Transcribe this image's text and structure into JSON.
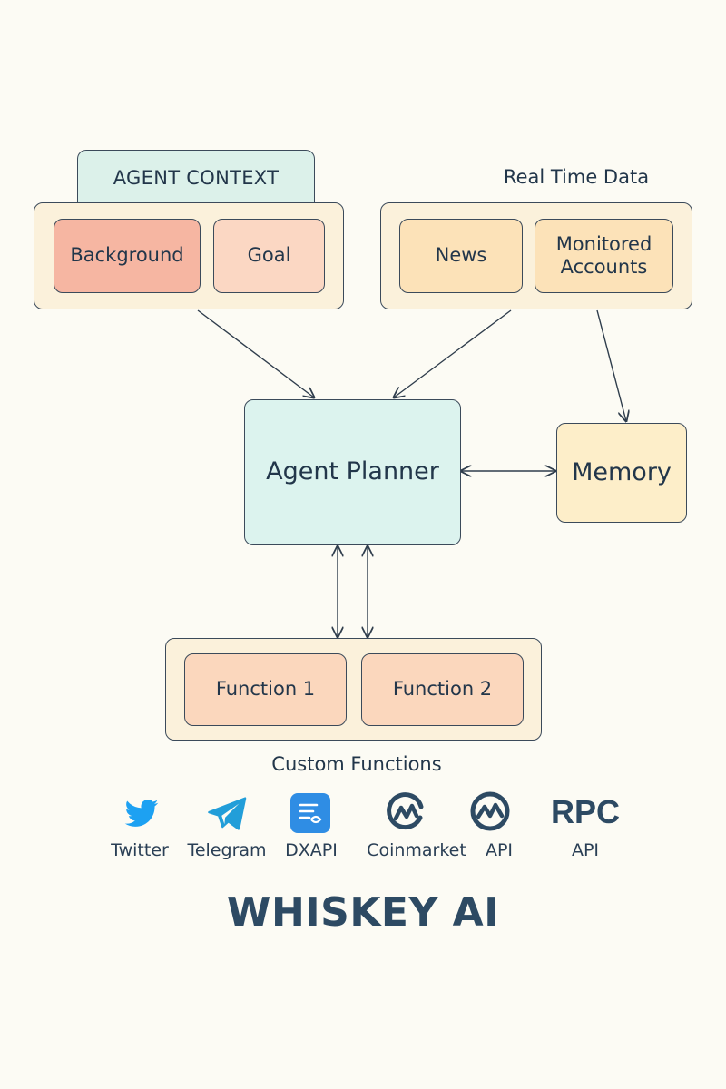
{
  "agent_context": {
    "title": "AGENT CONTEXT",
    "items": [
      "Background",
      "Goal"
    ]
  },
  "real_time_data": {
    "title": "Real Time Data",
    "items": [
      "News",
      "Monitored Accounts"
    ]
  },
  "planner": {
    "label": "Agent Planner"
  },
  "memory": {
    "label": "Memory"
  },
  "custom_functions": {
    "title": "Custom Functions",
    "items": [
      "Function 1",
      "Function 2"
    ]
  },
  "integrations": [
    {
      "label": "Twitter",
      "icon": "twitter-icon"
    },
    {
      "label": "Telegram",
      "icon": "telegram-icon"
    },
    {
      "label": "DXAPI",
      "icon": "dxapi-icon"
    },
    {
      "label": "Coinmarket",
      "icon": "coinmarket-icon"
    },
    {
      "label": "API",
      "icon": "api-icon"
    },
    {
      "label": "API",
      "icon": "rpc-icon",
      "icon_text": "RPC"
    }
  ],
  "brand": "WHISKEY AI",
  "colors": {
    "background": "#fcfbf4",
    "context_tab": "#dcf1ea",
    "background_box": "#f6b6a2",
    "goal_box": "#fbd7c3",
    "news_box": "#fce2b8",
    "planner": "#dcf3ee",
    "memory": "#fdeec9",
    "function_box": "#fbd7bd",
    "outline": "#3b4a5a",
    "twitter": "#1da1f2",
    "telegram": "#229ed9",
    "dxapi": "#2f8de4",
    "brand_text": "#2d4a63"
  }
}
